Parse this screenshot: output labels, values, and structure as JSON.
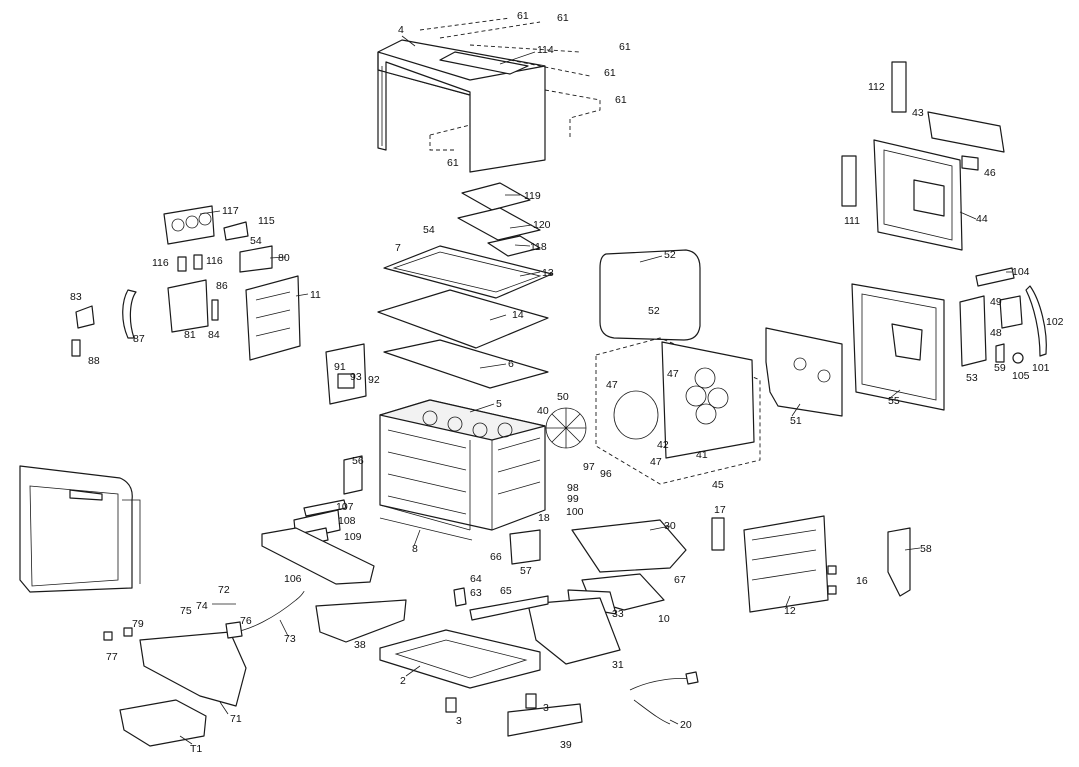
{
  "diagram": {
    "labels": {
      "p4": "4",
      "p114": "114",
      "p61a": "61",
      "p61b": "61",
      "p61c": "61",
      "p61d": "61",
      "p61e": "61",
      "p61f": "61",
      "p119": "119",
      "p120": "120",
      "p54a": "54",
      "p7": "7",
      "p118": "118",
      "p13": "13",
      "p14": "14",
      "p6": "6",
      "p91": "91",
      "p93": "93",
      "p92": "92",
      "p5": "5",
      "p117": "117",
      "p115": "115",
      "p116a": "116",
      "p116b": "116",
      "p54b": "54",
      "p80": "80",
      "p83": "83",
      "p87": "87",
      "p81": "81",
      "p86": "86",
      "p84": "84",
      "p11": "11",
      "p88": "88",
      "p52a": "52",
      "p52b": "52",
      "p47a": "47",
      "p47b": "47",
      "p47c": "47",
      "p42": "42",
      "p41": "41",
      "p45": "45",
      "p40": "40",
      "p50": "50",
      "p97": "97",
      "p96": "96",
      "p98": "98",
      "p99": "99",
      "p100": "100",
      "p18": "18",
      "p51": "51",
      "p55": "55",
      "p112": "112",
      "p43": "43",
      "p46": "46",
      "p111": "111",
      "p44": "44",
      "p104": "104",
      "p49": "49",
      "p48": "48",
      "p102": "102",
      "p53": "53",
      "p59": "59",
      "p105": "105",
      "p101": "101",
      "p56": "56",
      "p107": "107",
      "p108": "108",
      "p109": "109",
      "p106": "106",
      "p8": "8",
      "p66": "66",
      "p57": "57",
      "p30": "30",
      "p17": "17",
      "p12": "12",
      "p16": "16",
      "p58": "58",
      "p64": "64",
      "p63": "63",
      "p65": "65",
      "p67": "67",
      "p33": "33",
      "p10": "10",
      "p72": "72",
      "p75": "75",
      "p74": "74",
      "p76": "76",
      "p79": "79",
      "p77": "77",
      "p73": "73",
      "p38": "38",
      "p2": "2",
      "p31": "31",
      "p71": "71",
      "pT1": "T1",
      "p3a": "3",
      "p3b": "3",
      "p39": "39",
      "p20": "20"
    }
  }
}
